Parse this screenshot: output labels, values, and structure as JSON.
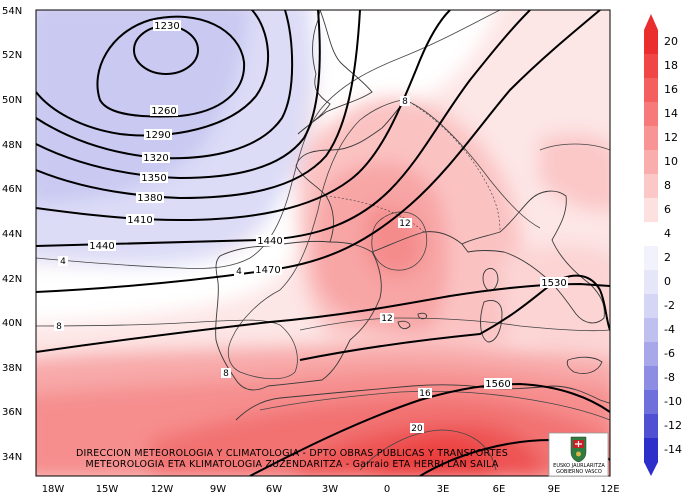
{
  "map": {
    "latitude_labels": [
      "54N",
      "52N",
      "50N",
      "48N",
      "46N",
      "44N",
      "42N",
      "40N",
      "38N",
      "36N",
      "34N"
    ],
    "longitude_labels": [
      "18W",
      "15W",
      "12W",
      "9W",
      "6W",
      "3W",
      "0",
      "3E",
      "6E",
      "9E",
      "12E"
    ],
    "geopotential_contour_labels": [
      "1230",
      "1260",
      "1290",
      "1320",
      "1350",
      "1380",
      "1410",
      "1440",
      "1440",
      "1470",
      "1530",
      "1560"
    ],
    "temperature_contour_labels": [
      "4",
      "4",
      "8",
      "8",
      "8",
      "12",
      "12",
      "16",
      "20"
    ],
    "colorbar": {
      "ticks": [
        "20",
        "18",
        "16",
        "14",
        "12",
        "10",
        "8",
        "6",
        "4",
        "2",
        "0",
        "-2",
        "-4",
        "-6",
        "-8",
        "-10",
        "-12",
        "-14"
      ],
      "colors": [
        "#ea2d2d",
        "#f14646",
        "#f46060",
        "#f67a7a",
        "#f89494",
        "#faadad",
        "#fcc7c7",
        "#fde0e0",
        "#ffffff",
        "#f2f2fc",
        "#e6e6f9",
        "#d5d5f5",
        "#bfbff0",
        "#a7a7ea",
        "#8d8de3",
        "#7070dc",
        "#5050d3",
        "#2e2ecb"
      ]
    },
    "credit": {
      "line1": "DIRECCION METEOROLOGIA Y CLIMATOLOGIA - DPTO OBRAS PUBLICAS Y TRANSPORTES",
      "line2": "METEOROLOGIA ETA KLIMATOLOGIA ZUZENDARITZA - Garraio ETA HERRI LAN SAILA"
    },
    "logo_text": {
      "line1": "EUSKO JAURLARITZA",
      "line2": "GOBIERNO VASCO"
    }
  }
}
